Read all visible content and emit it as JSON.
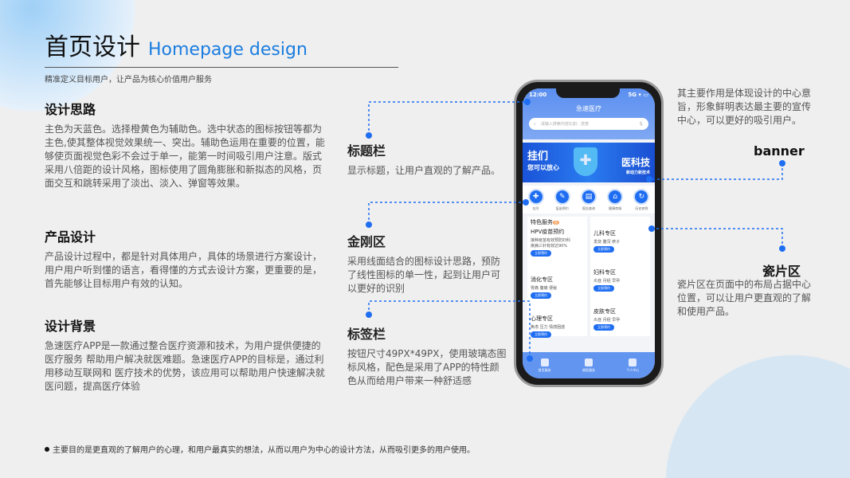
{
  "header": {
    "title_cn": "首页设计",
    "title_en": "Homepage design",
    "subtitle": "精准定义目标用户，让产品为核心价值用户服务"
  },
  "sections": [
    {
      "title": "设计思路",
      "body": "主色为天蓝色。选择橙黄色为辅助色。选中状态的图标按钮等都为主色,使其整体视觉效果统一、突出。辅助色运用在重要的位置，能够使页面视觉色彩不会过于单一，能第一时间吸引用户注意。版式采用八倍距的设计风格，图标使用了圆角膨胀和新拟态的风格，页面交互和跳转采用了淡出、淡入、弹窗等效果。"
    },
    {
      "title": "产品设计",
      "body": "产品设计过程中，都是针对具体用户，具体的场景进行方案设计，用户用户听到懂的语言，看得懂的方式去设计方案，更重要的是，首先能够让目标用户有效的认知。"
    },
    {
      "title": "设计背景",
      "body": "急速医疗APP是一款通过整合医疗资源和技术，为用户提供便捷的医疗服务 帮助用户解决就医难题。急速医疗APP的目标是，通过利用移动互联网和 医疗技术的优势，该应用可以帮助用户快速解决就医问题，提高医疗体验"
    }
  ],
  "annotations": {
    "title_bar": {
      "title": "标题栏",
      "body": "显示标题，让用户直观的了解产品。"
    },
    "king_kong": {
      "title": "金刚区",
      "body": "采用线面结合的图标设计思路，预防了线性图标的单一性，起到让用户可以更好的识别"
    },
    "tab_bar": {
      "title": "标签栏",
      "body": "按钮尺寸49PX*49PX，使用玻璃态图标风格，配色是采用了APP的特性颜色从而给用户带来一种舒适感"
    },
    "banner": {
      "title": "banner",
      "body": "其主要作用是体现设计的中心意旨，形象鲜明表达最主要的宣传中心，可以更好的吸引用户。"
    },
    "tiles": {
      "title": "瓷片区",
      "body": "瓷片区在页面中的布局占据中心位置，可以让用户更直观的了解和使用产品。"
    }
  },
  "footnote": "主要目的是更直观的了解用户的心理，和用户最真实的想法，从而以用户为中心的设计方法，从而吸引更多的用户使用。",
  "phone": {
    "time": "12:00",
    "signal": "5G ▾ ▭",
    "app_title": "急速医疗",
    "search_placeholder": "请输入搜索内容比如：流感",
    "banner": {
      "line1": "挂们",
      "line2": "您可以放心",
      "right1": "医科技",
      "right2": "新动力新技术"
    },
    "icons": [
      {
        "label": "挂号",
        "glyph": "✚"
      },
      {
        "label": "疫苗预约",
        "glyph": "✎"
      },
      {
        "label": "报告查询",
        "glyph": "▤"
      },
      {
        "label": "健康商城",
        "glyph": "⌂"
      },
      {
        "label": "历史病例",
        "glyph": "↻"
      }
    ],
    "special": "特色服务",
    "hot": "热",
    "left_cards": [
      {
        "title": "HPV疫苗预约",
        "desc": "接种疫苗有效预防妇科疾病三针有效达90%",
        "btn": "立即预约"
      },
      {
        "title": "消化专区",
        "desc": "胃痛 腹痛 便秘",
        "btn": "立即预约"
      },
      {
        "title": "心理专区",
        "desc": "焦虑 压力 情感困惑",
        "btn": "立即预约"
      }
    ],
    "right_cards": [
      {
        "title": "儿科专区",
        "desc": "发烧 腹泻 疹子",
        "btn": "立即预约"
      },
      {
        "title": "妇科专区",
        "desc": "炎症 月经 早孕",
        "btn": "立即预约"
      },
      {
        "title": "皮肤专区",
        "desc": "炎症 月经 早孕",
        "btn": "立即预约"
      }
    ],
    "tabs": [
      "首页服务",
      "就医服务",
      "个人中心"
    ]
  },
  "colors": {
    "accent": "#1a7de0",
    "dot": "#1f6ef2"
  }
}
